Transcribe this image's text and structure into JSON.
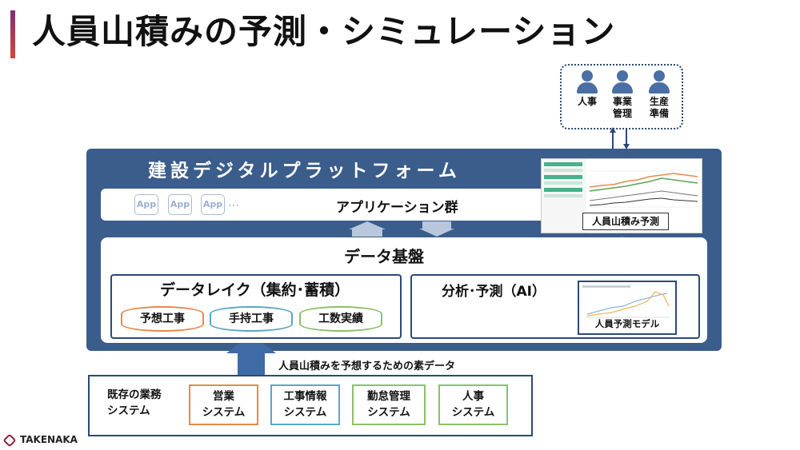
{
  "title": "人員山積みの予測・シミュレーション",
  "users": [
    {
      "label": "人事"
    },
    {
      "label": "事業\n管理"
    },
    {
      "label": "生産\n準備"
    }
  ],
  "platform": {
    "title": "建設デジタルプラットフォーム",
    "apps": [
      "App",
      "App",
      "App"
    ],
    "app_ellipsis": "…",
    "app_group_label": "アプリケーション群",
    "chart_caption": "人員山積み予測"
  },
  "data_platform": {
    "label": "データ基盤",
    "lake_label": "データレイク（集約･蓄積）",
    "lake_items": [
      "予想工事",
      "手持工事",
      "工数実績"
    ],
    "analysis_label": "分析･予測（AI）",
    "model_caption": "人員予測モデル"
  },
  "source_caption": "人員山積みを予想するための素データ",
  "systems": {
    "label": "既存の業務\nシステム",
    "items": [
      "営業\nシステム",
      "工事情報\nシステム",
      "勤怠管理\nシステム",
      "人事\nシステム"
    ]
  },
  "logo": "TAKENAKA",
  "colors": {
    "platform_blue": "#3a5d8c",
    "orange": "#e8894a",
    "teal": "#5aa6c8",
    "green": "#8cc068",
    "arrow_blue": "#3e6aa6"
  }
}
